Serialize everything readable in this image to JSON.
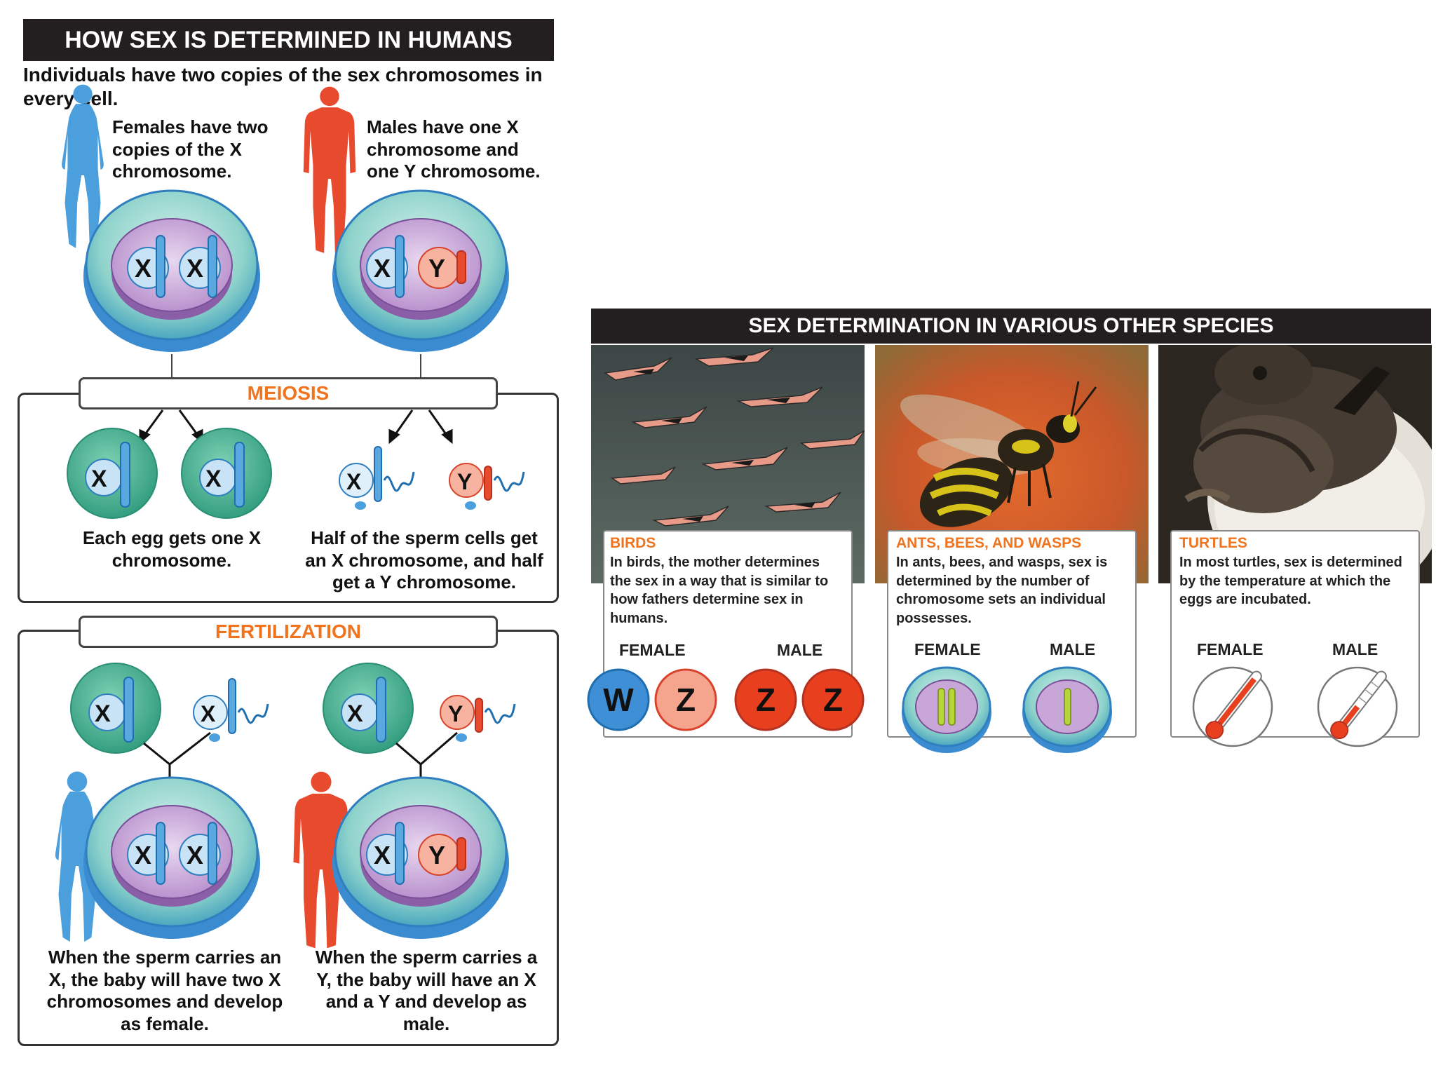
{
  "left": {
    "title": "HOW SEX IS DETERMINED IN HUMANS",
    "intro": "Individuals have two copies of the sex chromosomes in every cell.",
    "female_note": "Females have two copies of the X chromosome.",
    "male_note": "Males have one X chromosome and one Y chromosome.",
    "meiosis": {
      "label": "MEIOSIS",
      "egg_caption": "Each egg gets one X chromosome.",
      "sperm_caption": "Half of the sperm cells get an X chromosome, and half get a Y chromosome."
    },
    "fertilization": {
      "label": "FERTILIZATION",
      "female_caption": "When the sperm carries an X, the baby will have two X chromosomes and develop as female.",
      "male_caption": "When the sperm carries a Y, the baby will have an X and a Y and develop as male."
    },
    "chromosome_letters": {
      "x": "X",
      "y": "Y"
    }
  },
  "right": {
    "title": "SEX DETERMINATION IN VARIOUS OTHER SPECIES",
    "cards": [
      {
        "title": "BIRDS",
        "text": "In birds, the mother determines the sex in a way that is similar to how fathers determine sex in humans.",
        "female_label": "FEMALE",
        "male_label": "MALE",
        "female_letters": [
          "W",
          "Z"
        ],
        "male_letters": [
          "Z",
          "Z"
        ]
      },
      {
        "title": "ANTS, BEES, AND WASPS",
        "text": "In ants, bees, and wasps, sex is determined by the number of chromosome sets an individual possesses.",
        "female_label": "FEMALE",
        "male_label": "MALE"
      },
      {
        "title": "TURTLES",
        "text": "In most turtles, sex is determined by the temperature at which the eggs are incubated.",
        "female_label": "FEMALE",
        "male_label": "MALE"
      }
    ]
  },
  "colors": {
    "female_blue": "#4a9fdc",
    "male_red": "#e84a2e",
    "accent_orange": "#f0731e",
    "header_bg": "#231f20",
    "cell_teal": "#4fb597",
    "nucleus_purple": "#c9a6d8"
  }
}
